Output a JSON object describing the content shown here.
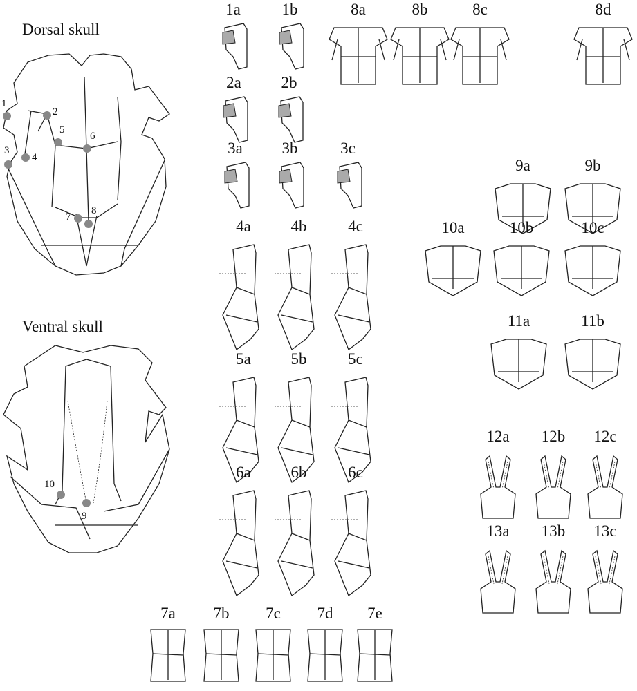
{
  "titles": {
    "dorsal": "Dorsal skull",
    "ventral": "Ventral skull"
  },
  "landmarks": [
    "1",
    "2",
    "3",
    "4",
    "5",
    "6",
    "7",
    "8",
    "9",
    "10"
  ],
  "panels": {
    "p1a": "1a",
    "p1b": "1b",
    "p2a": "2a",
    "p2b": "2b",
    "p3a": "3a",
    "p3b": "3b",
    "p3c": "3c",
    "p4a": "4a",
    "p4b": "4b",
    "p4c": "4c",
    "p5a": "5a",
    "p5b": "5b",
    "p5c": "5c",
    "p6a": "6a",
    "p6b": "6b",
    "p6c": "6c",
    "p7a": "7a",
    "p7b": "7b",
    "p7c": "7c",
    "p7d": "7d",
    "p7e": "7e",
    "p8a": "8a",
    "p8b": "8b",
    "p8c": "8c",
    "p8d": "8d",
    "p9a": "9a",
    "p9b": "9b",
    "p10a": "10a",
    "p10b": "10b",
    "p10c": "10c",
    "p11a": "11a",
    "p11b": "11b",
    "p12a": "12a",
    "p12b": "12b",
    "p12c": "12c",
    "p13a": "13a",
    "p13b": "13b",
    "p13c": "13c"
  },
  "colors": {
    "landmark": "#888888",
    "highlight": "#aaaaaa",
    "line": "#222222"
  }
}
